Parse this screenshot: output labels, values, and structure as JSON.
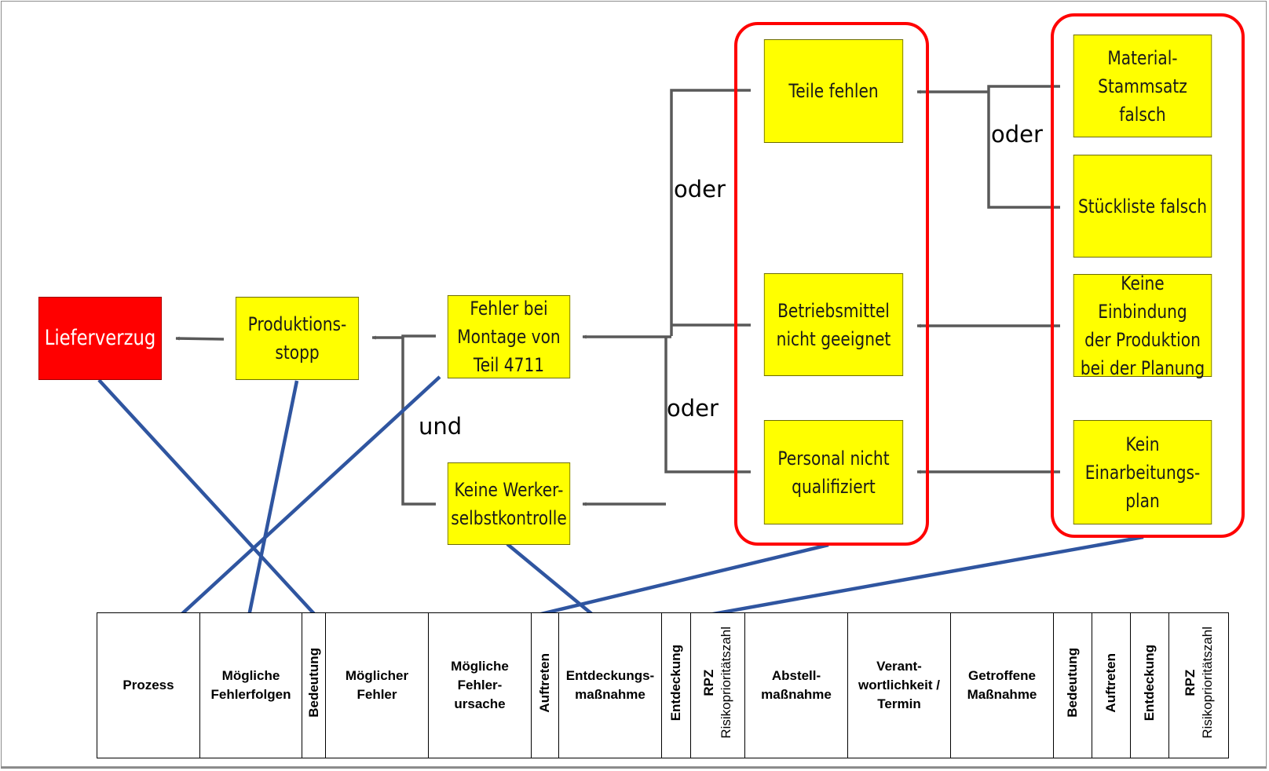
{
  "colors": {
    "box_fill": "#ffff00",
    "root_fill": "#ff0000",
    "group_outline": "#ff0000",
    "connector": "#595959",
    "mapping_arrow": "#2f55a0"
  },
  "diagram": {
    "root": "Lieferverzug",
    "node_produktionsstopp": "Produktions-\nstopp",
    "node_fehler_montage": "Fehler bei\nMontage von\nTeil 4711",
    "node_keine_werkerselbstkontrolle": "Keine Werker-\nselbstkontrolle",
    "node_teile_fehlen": "Teile fehlen",
    "node_betriebsmittel": "Betriebsmittel\nnicht geeignet",
    "node_personal": "Personal nicht\nqualifiziert",
    "node_materialstammsatz": "Material-\nStammsatz falsch",
    "node_stueckliste": "Stückliste falsch",
    "node_keine_einbindung": "Keine Einbindung\nder Produktion\nbei der Planung",
    "node_einarbeitungsplan": "Kein\nEinarbeitungs-\nplan",
    "label_und": "und",
    "label_oder_top": "oder",
    "label_oder_mid": "oder",
    "label_oder_right": "oder"
  },
  "fmea_table": {
    "prozess": "Prozess",
    "moegliche_fehlerfolgen": "Mögliche\nFehlerfolgen",
    "bedeutung": "Bedeutung",
    "moeglicher_fehler": "Möglicher\nFehler",
    "moegliche_fehlerursache": "Mögliche\nFehler-\nursache",
    "auftreten": "Auftreten",
    "entdeckungsmassnahme": "Entdeckungs-\nmaßnahme",
    "entdeckung": "Entdeckung",
    "rpz": "RPZ",
    "rpz_sub": "Risikoprioritätszahl",
    "abstellmassnahme": "Abstell-\nmaßnahme",
    "verantwortlichkeit": "Verant-\nwortlichkeit /\nTermin",
    "getroffene_massnahme": "Getroffene\nMaßnahme",
    "bedeutung_2": "Bedeutung",
    "auftreten_2": "Auftreten",
    "entdeckung_2": "Entdeckung",
    "rpz_2": "RPZ",
    "rpz_sub_2": "Risikoprioritätszahl"
  }
}
